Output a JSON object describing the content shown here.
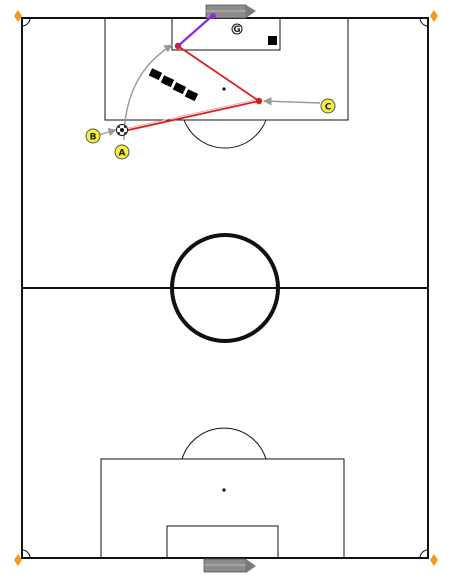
{
  "diagram": {
    "players": [
      {
        "id": "A",
        "label": "A"
      },
      {
        "id": "B",
        "label": "B"
      },
      {
        "id": "C",
        "label": "C"
      }
    ],
    "goalkeeper": {
      "label": "G"
    },
    "colors": {
      "field_lines": "#111111",
      "marker_fill": "#f5f03a",
      "pass_line": "#d42020",
      "shot_line": "#8a2be2",
      "run_line": "#9a9a9a",
      "goal": "#8c8c8c",
      "corner_flag": "#f39a1e",
      "wall": "#000000"
    },
    "icons": [
      "ball-icon",
      "goal-icon",
      "corner-flag-icon",
      "mannequin-icon"
    ]
  }
}
